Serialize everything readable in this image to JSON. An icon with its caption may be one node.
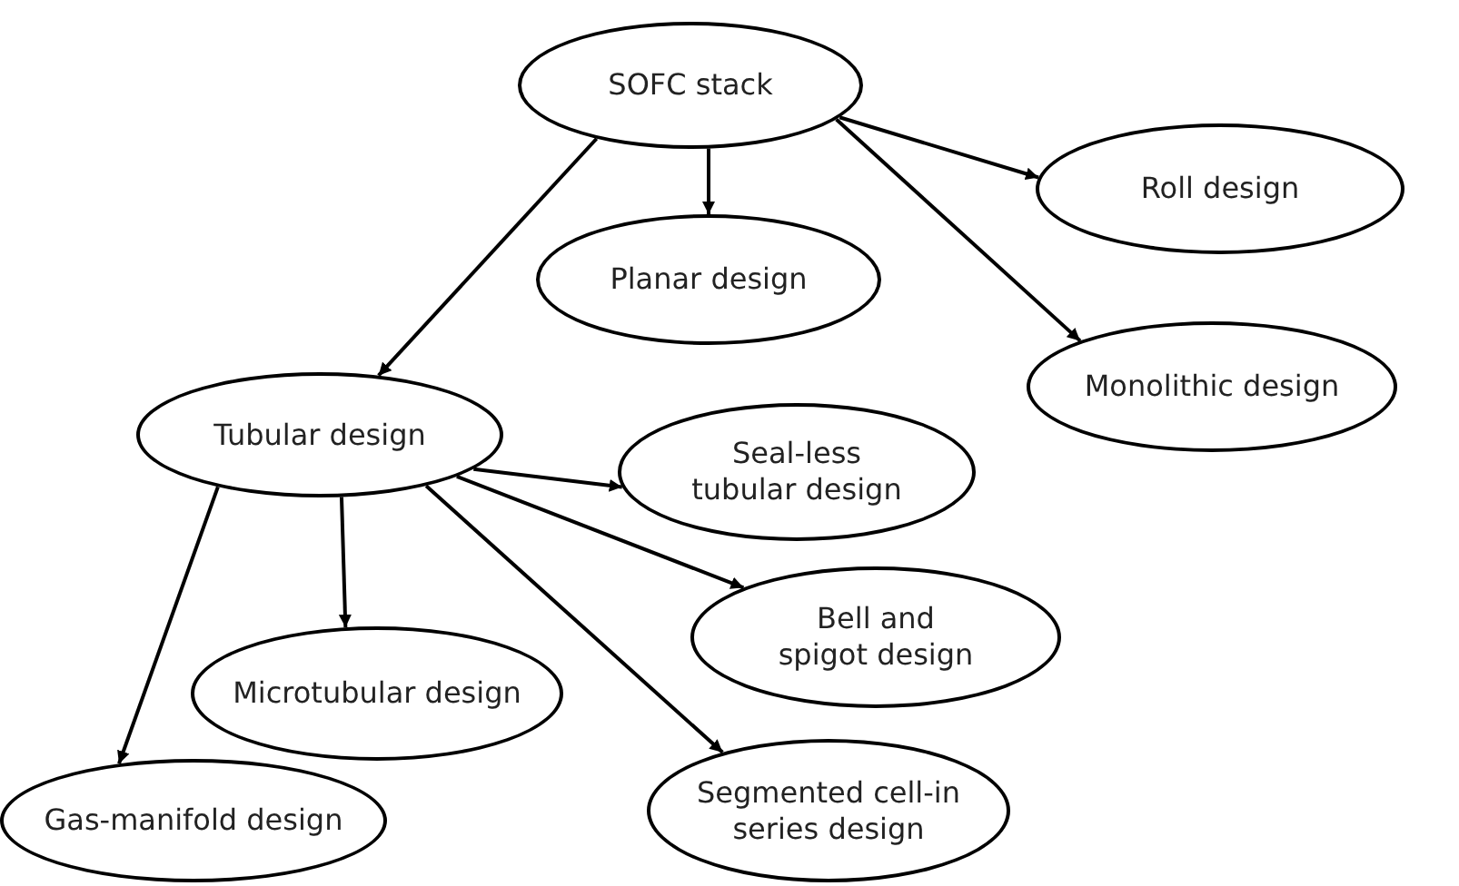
{
  "diagram": {
    "nodes": [
      {
        "text": [
          "SOFC stack"
        ]
      },
      {
        "text": [
          "Planar design"
        ]
      },
      {
        "text": [
          "Roll design"
        ]
      },
      {
        "text": [
          "Monolithic design"
        ]
      },
      {
        "text": [
          "Tubular design"
        ]
      },
      {
        "text": [
          "Seal-less tubular design"
        ]
      },
      {
        "text": [
          "Bell and spigot design"
        ]
      },
      {
        "text": [
          "Microtubular design"
        ]
      },
      {
        "text": [
          "Gas-manifold design"
        ]
      },
      {
        "text": [
          "Segmented cell-in series design"
        ]
      }
    ],
    "edges": [
      {
        "from": 0,
        "to": 4,
        "arrow": "to"
      },
      {
        "from": 0,
        "to": 1,
        "arrow": "to"
      },
      {
        "from": 0,
        "to": 2,
        "arrow": "to"
      },
      {
        "from": 0,
        "to": 3,
        "arrow": "to"
      },
      {
        "from": 4,
        "to": 5,
        "arrow": "to"
      },
      {
        "from": 4,
        "to": 6,
        "arrow": "to"
      },
      {
        "from": 4,
        "to": 7,
        "arrow": "to"
      },
      {
        "from": 4,
        "to": 8,
        "arrow": "to"
      },
      {
        "from": 4,
        "to": 9,
        "arrow": "to"
      }
    ]
  }
}
